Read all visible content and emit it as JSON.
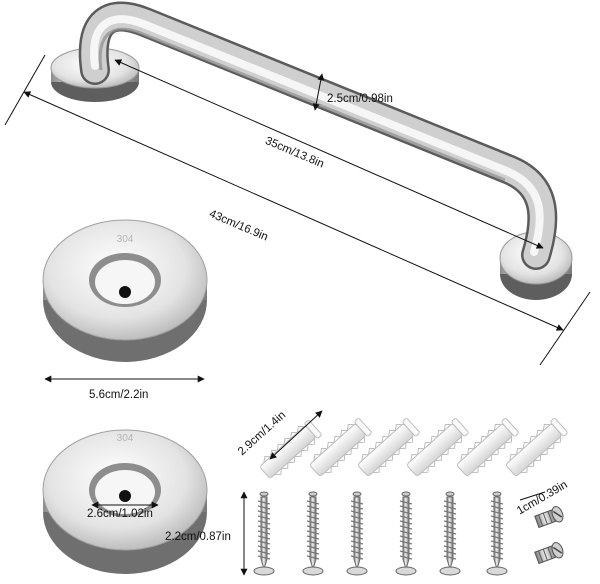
{
  "dimensions": {
    "grab_bar_diameter": "2.5cm/0.98in",
    "grab_bar_inner_length": "35cm/13.8in",
    "grab_bar_total_length": "43cm/16.9in",
    "flange_diameter": "5.6cm/2.2in",
    "anchor_length": "2.9cm/1.4in",
    "flange_hole_diameter": "2.6cm/1.02in",
    "flange_height": "2.2cm/0.87in",
    "set_screw_length": "1cm/0.39in"
  },
  "flange_stamp": "304",
  "colors": {
    "chrome_light": "#f4f4f4",
    "chrome_mid": "#bcbcbc",
    "chrome_dark": "#6e6e6e",
    "anchor_white": "#f2f2f2",
    "dimension_line": "#111111"
  },
  "parts": {
    "anchors": 6,
    "screws": 6,
    "set_screws": 2
  }
}
